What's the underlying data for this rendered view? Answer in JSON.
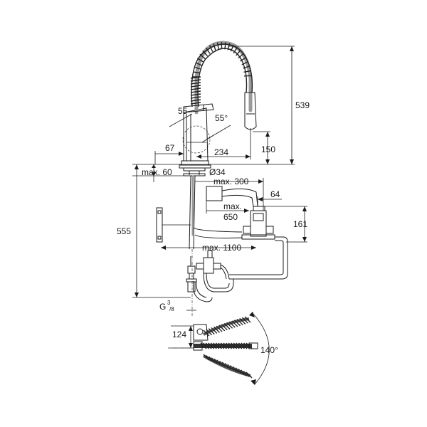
{
  "dimensions": {
    "height_total": "539",
    "angle_spout_left": "55",
    "angle_spout_right": "55°",
    "offset_67": "67",
    "reach_234": "234",
    "height_150": "150",
    "counter_max": "max. 60",
    "hole_diameter": "Ø34",
    "max_300": "max. 300",
    "width_64": "64",
    "max_label": "max.",
    "max_650_value": "650",
    "under_555": "555",
    "height_161": "161",
    "max_1100": "max. 1100",
    "thread_g": "G",
    "thread_num": "3",
    "thread_den": "/8",
    "plan_124": "124",
    "swivel_140": "140°"
  }
}
